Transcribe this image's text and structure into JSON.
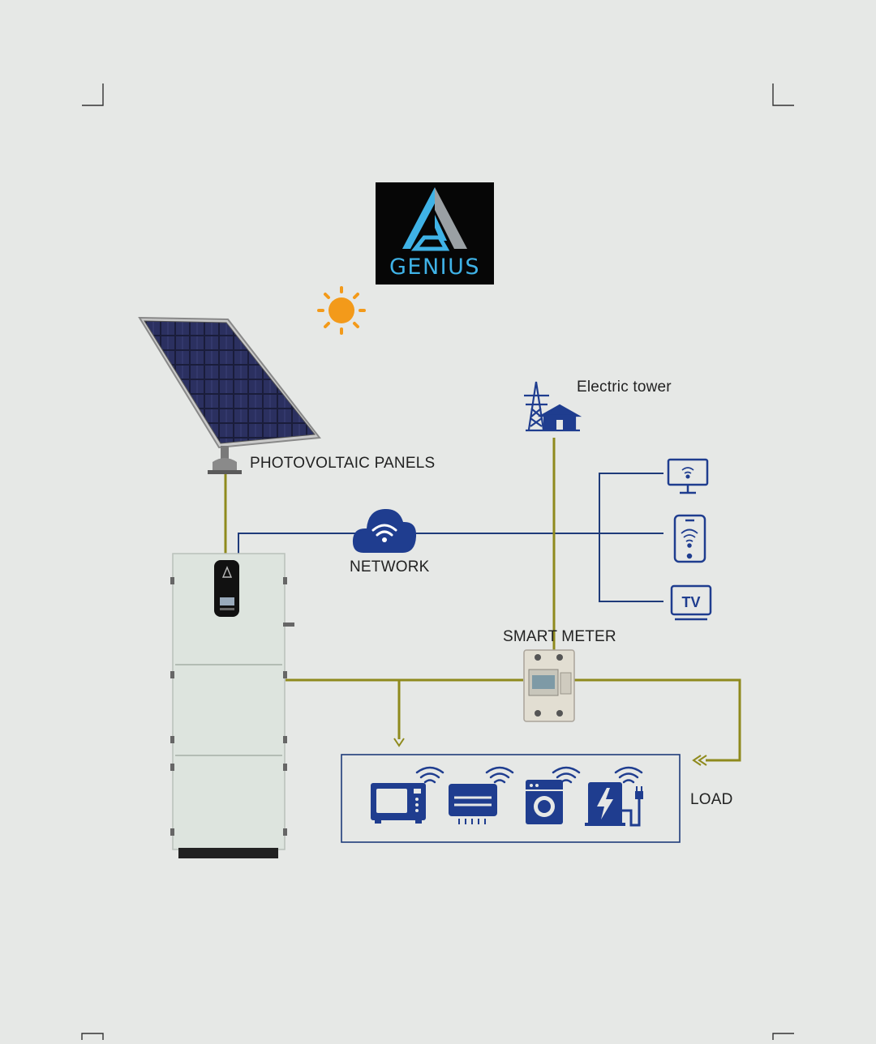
{
  "logo": {
    "text": "GENIUS",
    "colors": {
      "primary": "#3fb2e6",
      "secondary": "#9aa0a4"
    }
  },
  "labels": {
    "pv_panels": "PHOTOVOLTAIC PANELS",
    "electric_tower": "Electric tower",
    "network": "NETWORK",
    "smart_meter": "SMART METER",
    "load": "LOAD",
    "tv": "TV"
  },
  "colors": {
    "background": "#e6e8e6",
    "power_line": "#8f8a1d",
    "network_line": "#1f3b7a",
    "icon_blue": "#1f3d8f",
    "sun": "#f39a1a",
    "battery_body": "#dde4de"
  },
  "icons": {
    "sun": "sun-icon",
    "tower": "electric-tower-icon",
    "cloud": "wifi-cloud-icon",
    "monitor": "monitor-icon",
    "phone": "smartphone-icon",
    "tv": "tv-icon",
    "microwave": "microwave-icon",
    "air_conditioner": "air-conditioner-icon",
    "washing_machine": "washing-machine-icon",
    "ev_charger": "ev-charger-icon"
  }
}
